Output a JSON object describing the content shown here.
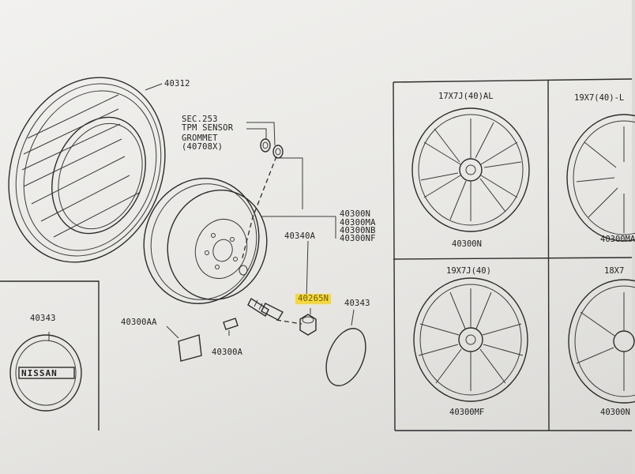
{
  "parts": {
    "tire": "40312",
    "sensor_ref": "SEC.253",
    "sensor_name": "TPM SENSOR",
    "grommet": "GROMMET",
    "grommet_code": "(40708X)",
    "wheel_codes": [
      "40300N",
      "40300MA",
      "40300NB",
      "40300NF"
    ],
    "valve": "40340A",
    "nut": "40265N",
    "cap": "40343",
    "weight_aa": "40300AA",
    "weight_a": "40300A",
    "emblem_cap": "40343"
  },
  "emblem_text": "NISSAN",
  "wheels": [
    {
      "spec": "17X7J(40)AL",
      "code": "40300N"
    },
    {
      "spec": "19X7(40)-L",
      "code": "40300MA"
    },
    {
      "spec": "19X7J(40)",
      "code": "40300MF"
    },
    {
      "spec": "18X7",
      "code": "40300N"
    }
  ],
  "colors": {
    "highlight": "#f5d83a"
  }
}
